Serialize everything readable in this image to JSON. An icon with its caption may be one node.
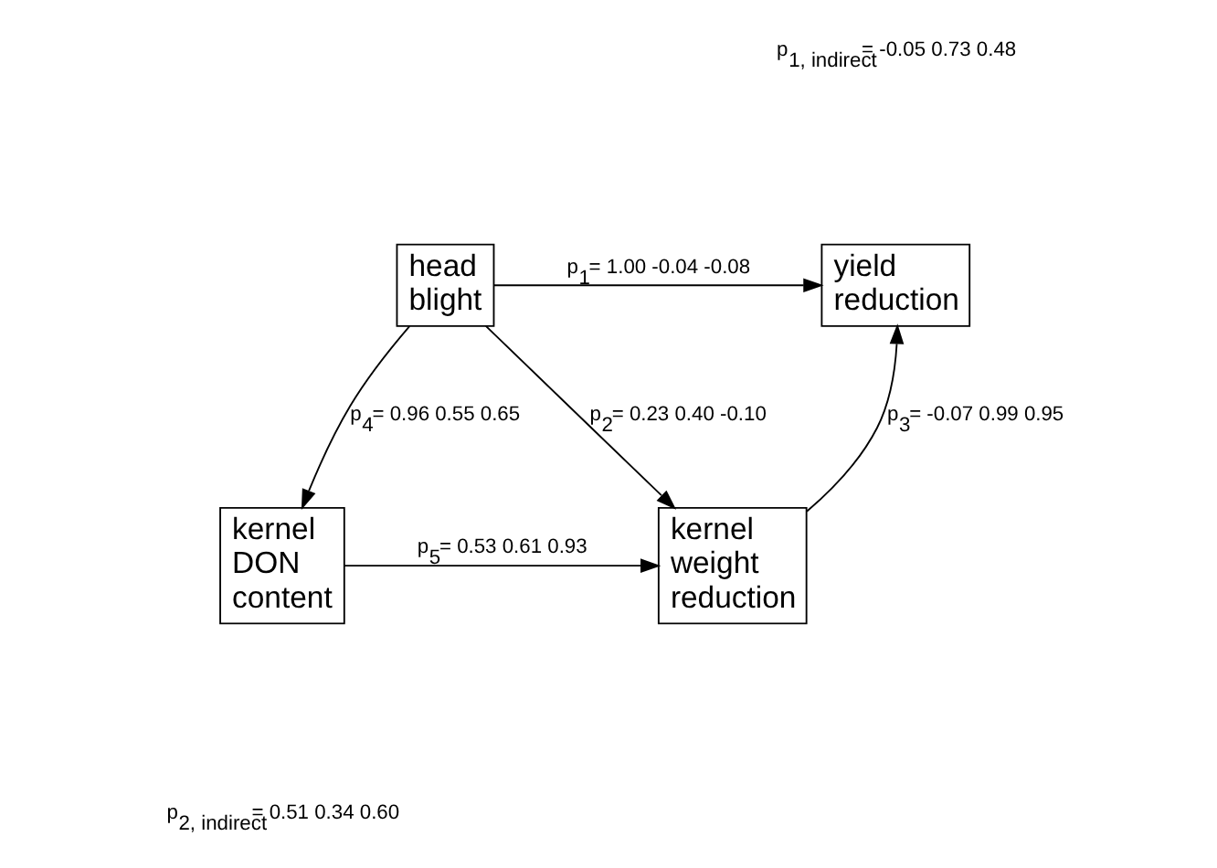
{
  "diagram": {
    "nodes": [
      {
        "text": [
          "head blight"
        ]
      },
      {
        "text": [
          "yield reduction"
        ]
      },
      {
        "text": [
          "kernel DON content"
        ]
      },
      {
        "text": [
          "kernel weight reduction"
        ]
      }
    ],
    "edges": [
      {
        "from": 0,
        "to": 1,
        "arrow": "to",
        "label": "p$_{1}$= 1.00 -0.04 -0.08"
      },
      {
        "from": 0,
        "to": 2,
        "arrow": "to",
        "label": "p$_{4}$= 0.96 0.55 0.65"
      },
      {
        "from": 0,
        "to": 3,
        "arrow": "to",
        "label": "p$_{2}$= 0.23 0.40 -0.10"
      },
      {
        "from": 2,
        "to": 3,
        "arrow": "to",
        "label": "p$_{5}$= 0.53 0.61 0.93"
      },
      {
        "from": 3,
        "to": 1,
        "arrow": "to",
        "label": "p$_{3}$= -0.07 0.99 0.95"
      }
    ],
    "labels": [
      "p$_{1, indirect}$= -0.05 0.73 0.48",
      "p$_{2, indirect}$= 0.51 0.34 0.60"
    ]
  }
}
